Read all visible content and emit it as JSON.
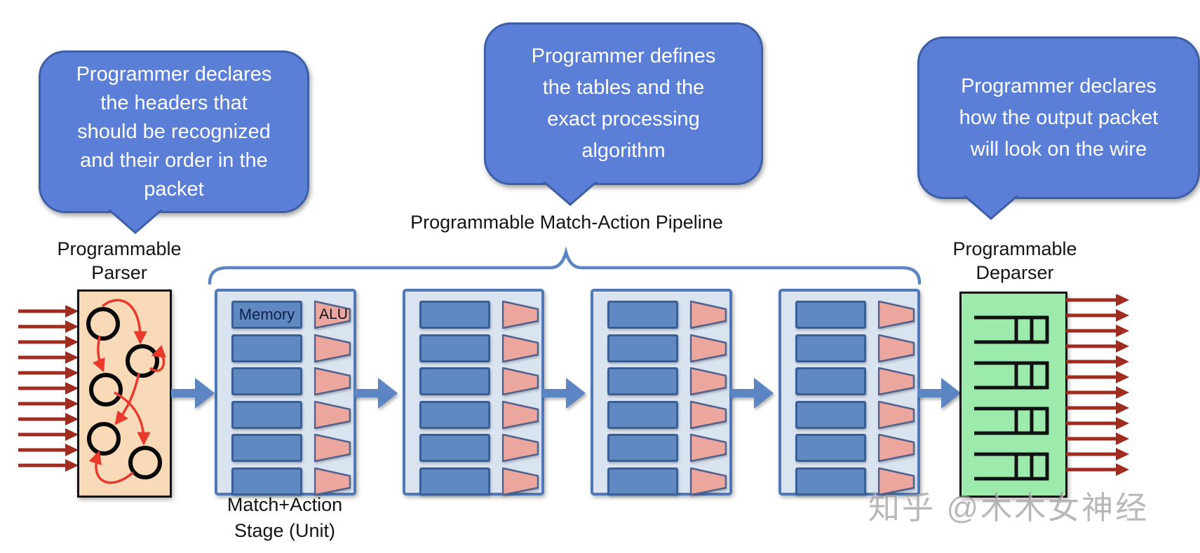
{
  "bubbles": [
    {
      "id": "parser-callout",
      "lines": [
        "Programmer declares",
        "the headers that",
        "should be recognized",
        "and their order in the",
        "packet"
      ]
    },
    {
      "id": "pipeline-callout",
      "lines": [
        "Programmer defines",
        "the tables and the",
        "exact processing",
        "algorithm"
      ]
    },
    {
      "id": "deparser-callout",
      "lines": [
        "Programmer declares",
        "how the output packet",
        "will look on the wire"
      ]
    }
  ],
  "labels": {
    "parser": [
      "Programmable",
      "Parser"
    ],
    "pipeline": "Programmable Match-Action Pipeline",
    "deparser": [
      "Programmable",
      "Deparser"
    ],
    "stage": [
      "Match+Action",
      "Stage (Unit)"
    ]
  },
  "pipeline": {
    "stage_count": 4,
    "rows_per_stage": 6,
    "memory_label": "Memory",
    "alu_label": "ALU"
  },
  "parser": {
    "state_count": 5,
    "input_arrow_count": 11
  },
  "deparser": {
    "packet_count": 4,
    "output_arrow_count": 12
  },
  "watermark": "知乎 @木木女神经",
  "colors": {
    "bubble_fill": "#5b7ed7",
    "bubble_border": "#3d5fa8",
    "bubble_text": "#ffffff",
    "flow_blue": "#5c85c3",
    "stage_fill": "#dae3f0",
    "stage_border": "#4e79b5",
    "memory_fill": "#6089c2",
    "memory_border": "#3a5f94",
    "alu_fill": "#eba69d",
    "alu_border": "#50618c",
    "parser_fill": "#f8dab9",
    "deparser_fill": "#9cebad",
    "arrow_red_dark": "#a02c1f",
    "arrow_red_bright": "#e8392b",
    "label_ink": "#141414",
    "watermark_gray": "#9e9e9e"
  }
}
